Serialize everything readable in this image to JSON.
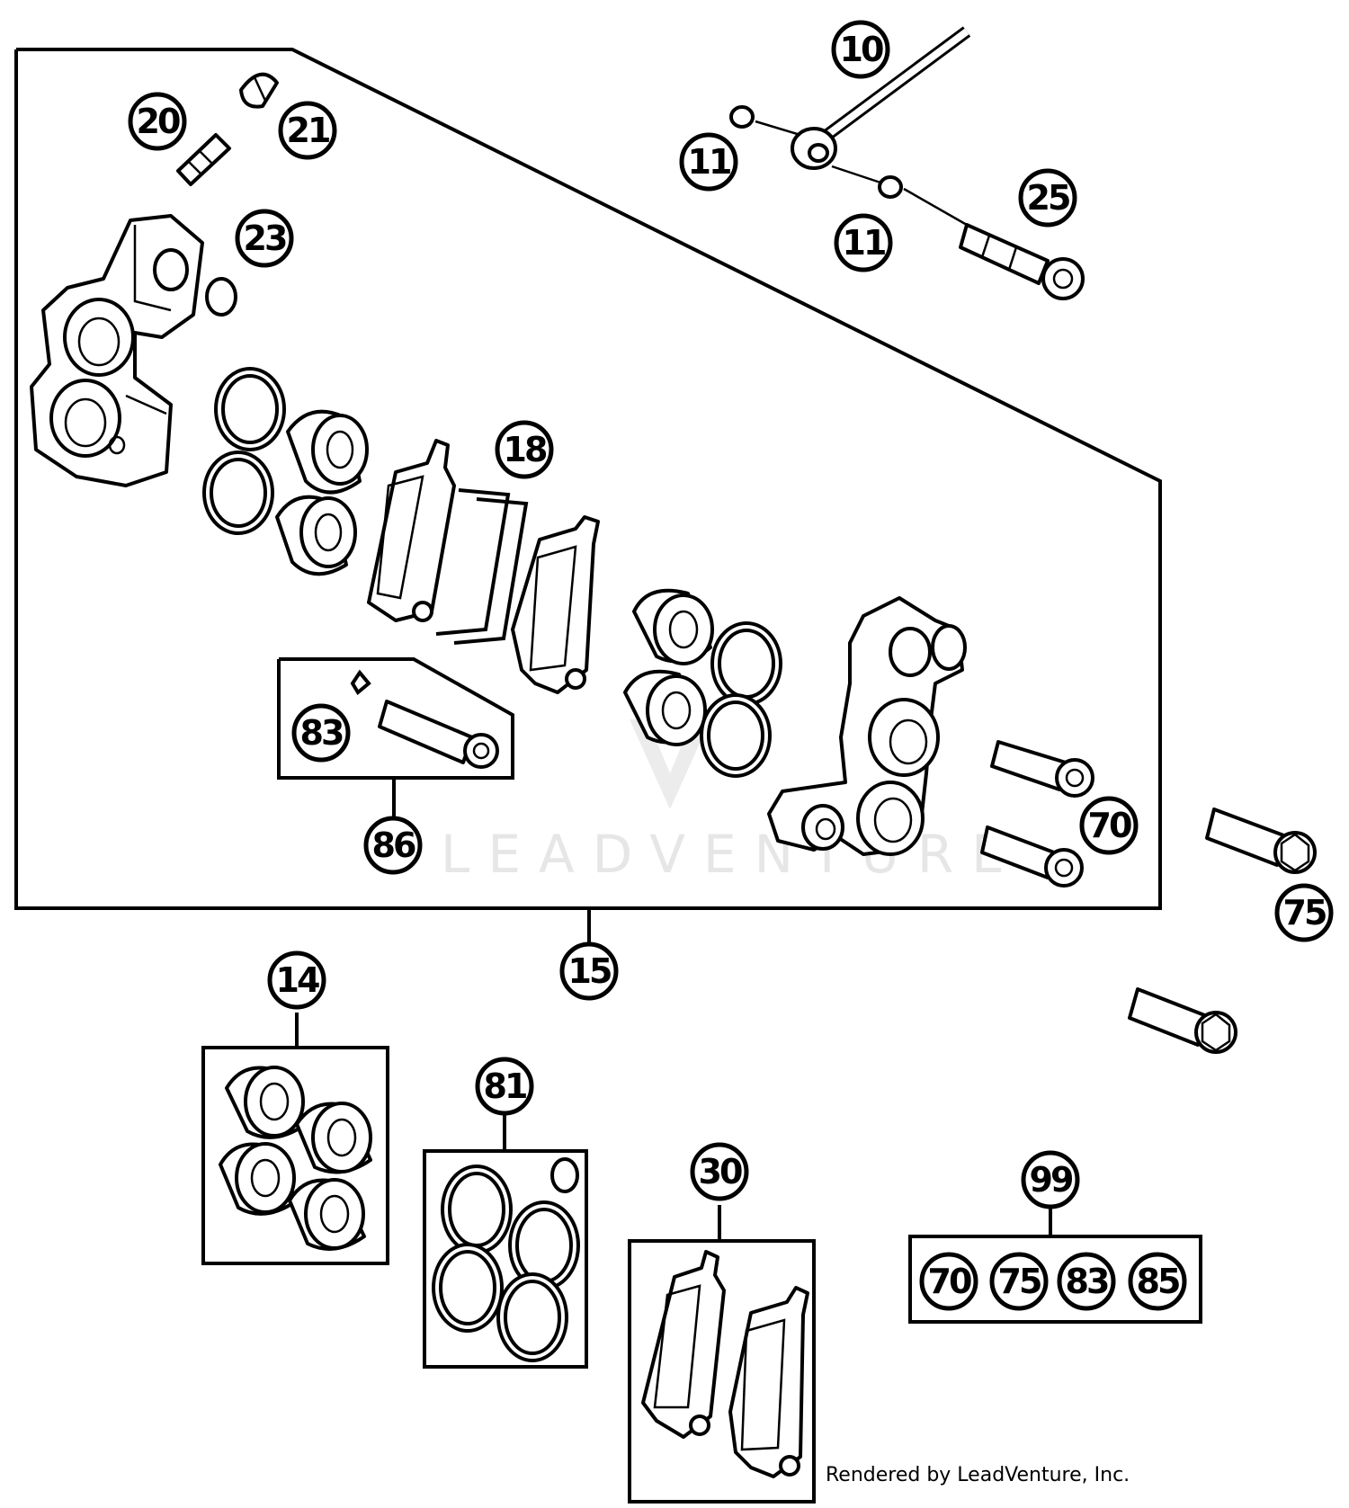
{
  "callouts": {
    "c10": "10",
    "c11a": "11",
    "c11b": "11",
    "c20": "20",
    "c21": "21",
    "c23": "23",
    "c25": "25",
    "c18": "18",
    "c83": "83",
    "c86": "86",
    "c70": "70",
    "c75": "75",
    "c15": "15",
    "c14": "14",
    "c81": "81",
    "c30": "30",
    "c99": "99",
    "c99_70": "70",
    "c99_75": "75",
    "c99_83": "83",
    "c99_85": "85"
  },
  "watermark": "LEADVENTURE",
  "credit": "Rendered by LeadVenture, Inc."
}
